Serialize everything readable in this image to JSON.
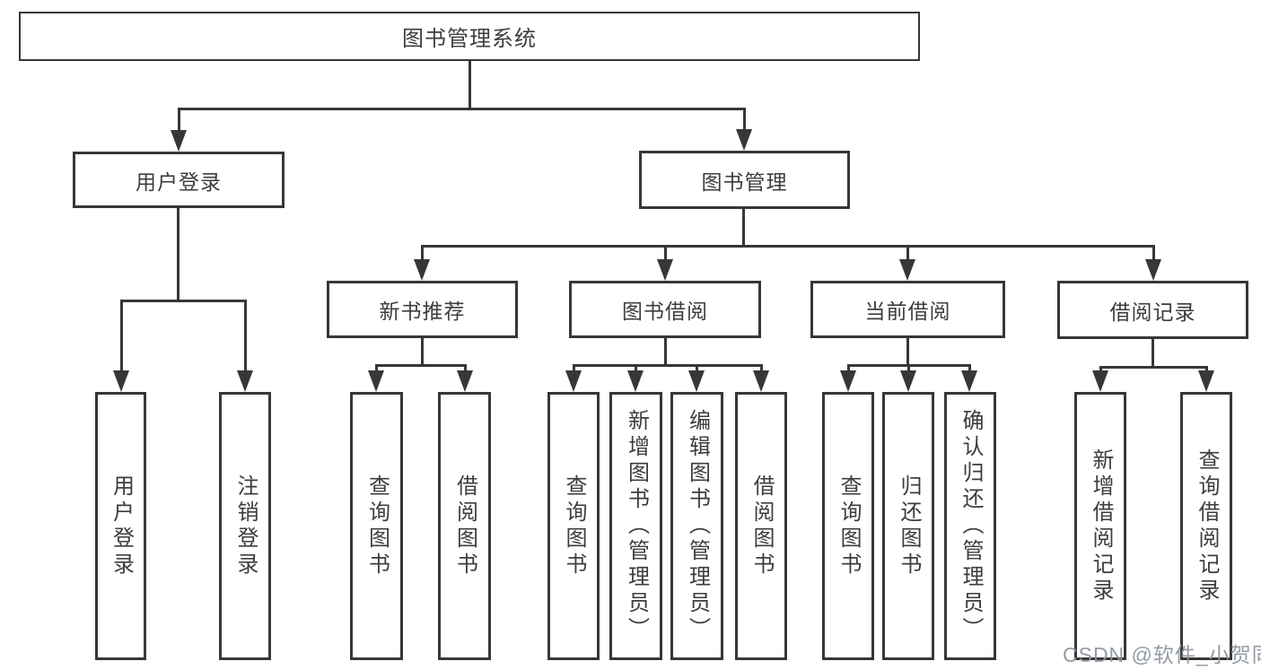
{
  "diagram_type": "hierarchy-tree",
  "tree": {
    "label": "图书管理系统",
    "children": [
      {
        "label": "用户登录",
        "children": [
          {
            "label": "用户登录"
          },
          {
            "label": "注销登录"
          }
        ]
      },
      {
        "label": "图书管理",
        "children": [
          {
            "label": "新书推荐",
            "children": [
              {
                "label": "查询图书"
              },
              {
                "label": "借阅图书"
              }
            ]
          },
          {
            "label": "图书借阅",
            "children": [
              {
                "label": "查询图书"
              },
              {
                "label": "新增图书（管理员）"
              },
              {
                "label": "编辑图书（管理员）"
              },
              {
                "label": "借阅图书"
              }
            ]
          },
          {
            "label": "当前借阅",
            "children": [
              {
                "label": "查询图书"
              },
              {
                "label": "归还图书"
              },
              {
                "label": "确认归还（管理员）"
              }
            ]
          },
          {
            "label": "借阅记录",
            "children": [
              {
                "label": "新增借阅记录"
              },
              {
                "label": "查询借阅记录"
              }
            ]
          }
        ]
      }
    ]
  },
  "watermark": "CSDN @软件_小贺同学",
  "colors": {
    "line": "#373737",
    "box_border": "#373737",
    "text": "#3d3d3d",
    "box_background": "#ffffff",
    "page_background": "#ffffff",
    "watermark": "#8e969e"
  }
}
